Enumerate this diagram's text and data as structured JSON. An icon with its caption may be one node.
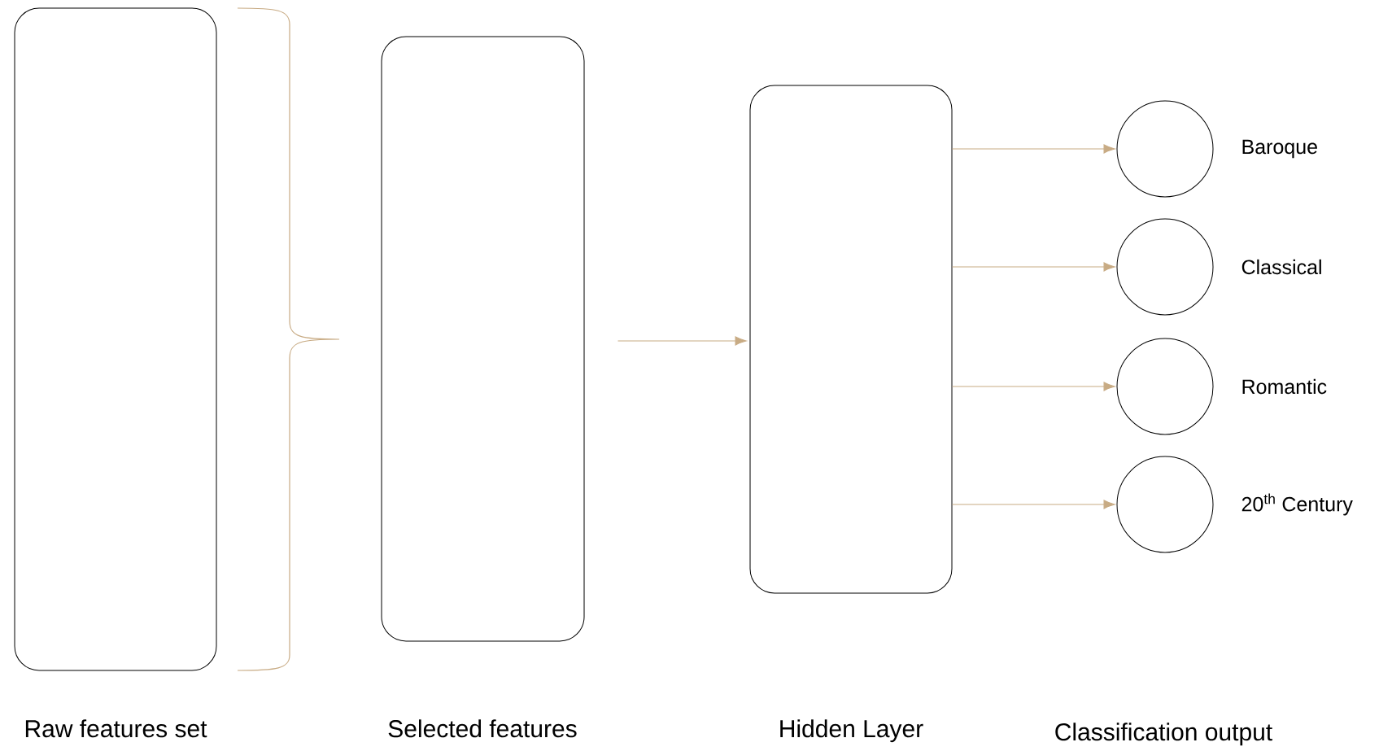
{
  "diagram": {
    "nodes": [
      {
        "text": [],
        "shape": "box"
      },
      {
        "text": [],
        "shape": "box"
      },
      {
        "text": [],
        "shape": "box"
      },
      {
        "text": [],
        "shape": "circle",
        "beside": [
          "Baroque"
        ]
      },
      {
        "text": [],
        "shape": "circle",
        "beside": [
          "Classical"
        ]
      },
      {
        "text": [],
        "shape": "circle",
        "beside": [
          "Romantic"
        ]
      },
      {
        "text": [],
        "shape": "circle",
        "beside": [
          "20$^{th}$ Century"
        ]
      }
    ],
    "edges": [
      {
        "from": 1,
        "to": 2,
        "arrow": "to"
      },
      {
        "from": 2,
        "to": 3,
        "arrow": "to"
      },
      {
        "from": 2,
        "to": 4,
        "arrow": "to"
      },
      {
        "from": 2,
        "to": 5,
        "arrow": "to"
      },
      {
        "from": 2,
        "to": 6,
        "arrow": "to"
      }
    ],
    "labels": [
      "Raw features set",
      "Selected features",
      "Hidden Layer",
      "Classification output"
    ]
  }
}
